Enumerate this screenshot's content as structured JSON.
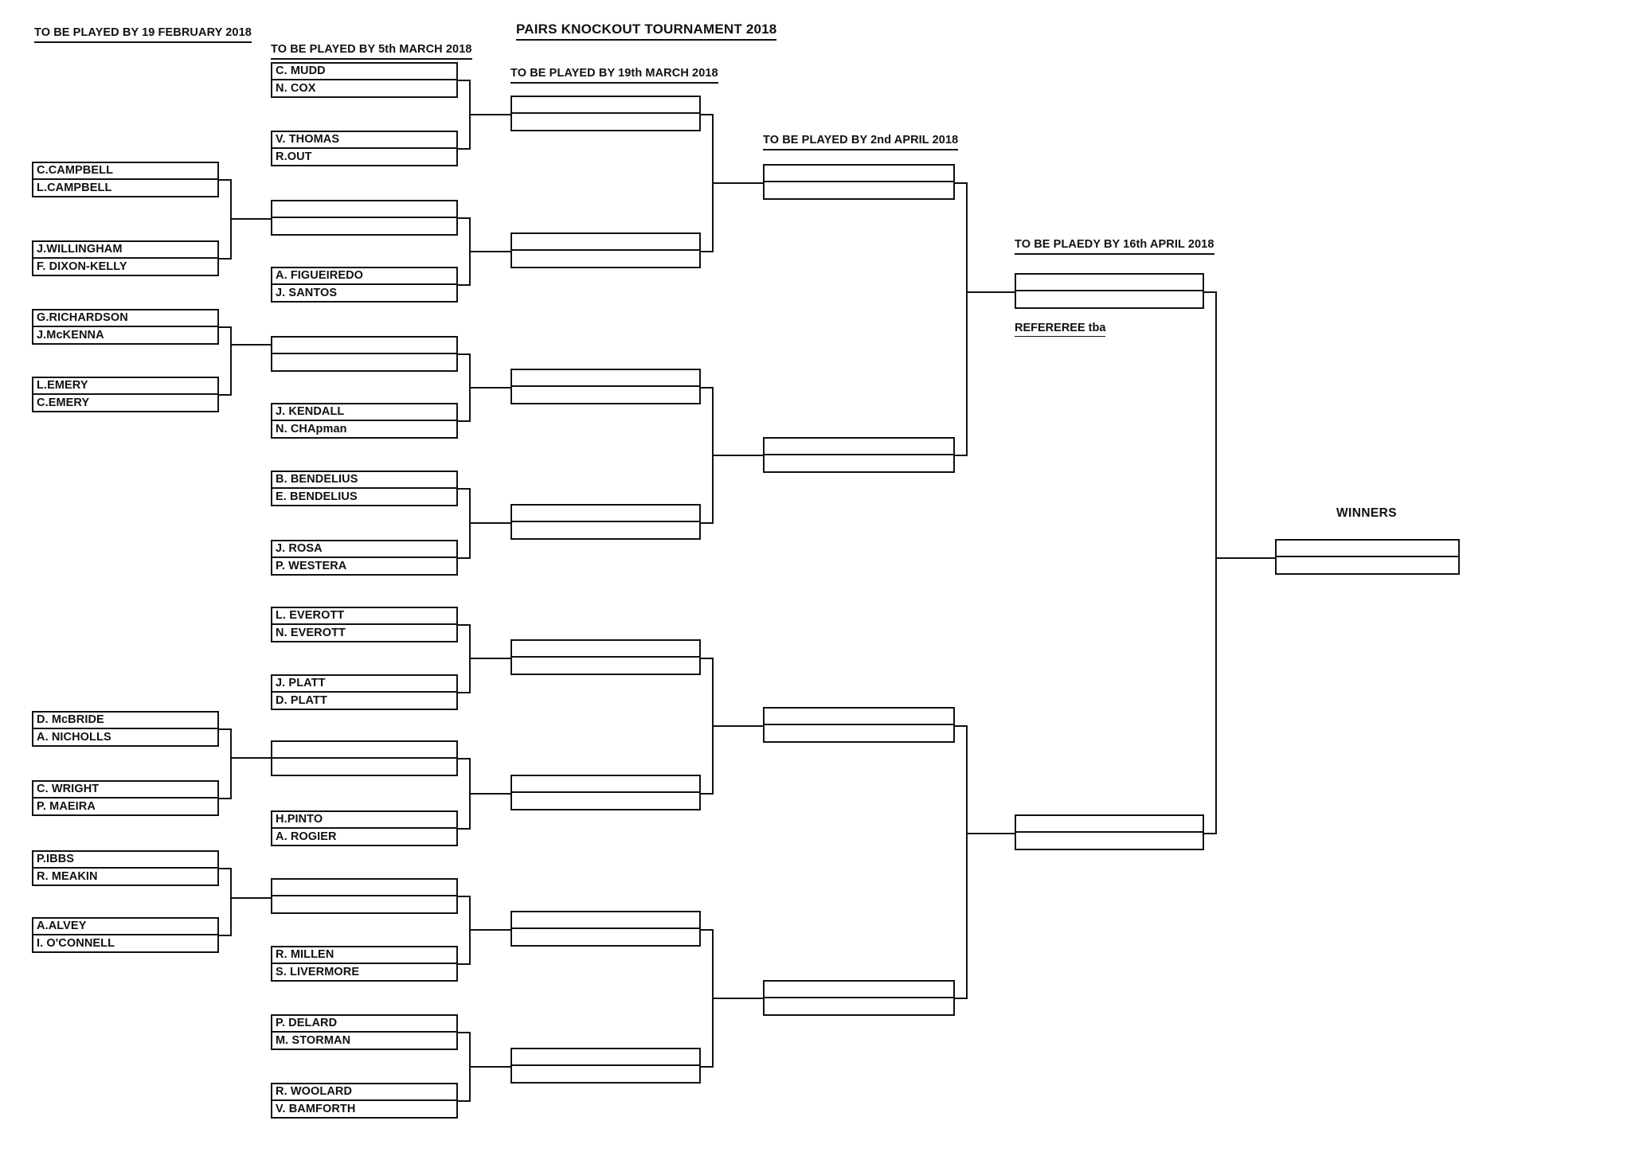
{
  "title": "PAIRS KNOCKOUT TOURNAMENT 2018",
  "round_headers": {
    "prelim": "TO BE PLAYED BY 19 FEBRUARY 2018",
    "round1": "TO BE PLAYED BY 5th MARCH 2018",
    "round2": "TO BE PLAYED BY 19th MARCH 2018",
    "round3": "TO BE PLAYED BY 2nd APRIL 2018",
    "final": "TO BE PLAEDY BY 16th APRIL 2018"
  },
  "referee_note": "REFEREREE tba",
  "winners_label": "WINNERS",
  "prelim_matches": [
    {
      "top": "C.CAMPBELL",
      "bottom": "L.CAMPBELL"
    },
    {
      "top": "J.WILLINGHAM",
      "bottom": "F. DIXON-KELLY"
    },
    {
      "top": "G.RICHARDSON",
      "bottom": "J.McKENNA"
    },
    {
      "top": "L.EMERY",
      "bottom": "C.EMERY"
    },
    {
      "top": "D. McBRIDE",
      "bottom": "A. NICHOLLS"
    },
    {
      "top": "C. WRIGHT",
      "bottom": "P. MAEIRA"
    },
    {
      "top": "P.IBBS",
      "bottom": "R. MEAKIN"
    },
    {
      "top": "A.ALVEY",
      "bottom": "I. O'CONNELL"
    }
  ],
  "round1_matches": [
    {
      "top": "C. MUDD",
      "bottom": "N. COX"
    },
    {
      "top": "V. THOMAS",
      "bottom": "R.OUT"
    },
    {
      "top": "",
      "bottom": ""
    },
    {
      "top": "A. FIGUEIREDO",
      "bottom": "J. SANTOS"
    },
    {
      "top": "",
      "bottom": ""
    },
    {
      "top": "J. KENDALL",
      "bottom": "N. CHApman"
    },
    {
      "top": "B. BENDELIUS",
      "bottom": "E. BENDELIUS"
    },
    {
      "top": "J. ROSA",
      "bottom": "P. WESTERA"
    },
    {
      "top": "L. EVEROTT",
      "bottom": "N. EVEROTT"
    },
    {
      "top": "J. PLATT",
      "bottom": "D. PLATT"
    },
    {
      "top": "",
      "bottom": ""
    },
    {
      "top": "H.PINTO",
      "bottom": "A. ROGIER"
    },
    {
      "top": "",
      "bottom": ""
    },
    {
      "top": "R. MILLEN",
      "bottom": "S. LIVERMORE"
    },
    {
      "top": "P. DELARD",
      "bottom": "M. STORMAN"
    },
    {
      "top": "R. WOOLARD",
      "bottom": "V. BAMFORTH"
    }
  ],
  "round2_matches": [
    {
      "top": "",
      "bottom": ""
    },
    {
      "top": "",
      "bottom": ""
    },
    {
      "top": "",
      "bottom": ""
    },
    {
      "top": "",
      "bottom": ""
    },
    {
      "top": "",
      "bottom": ""
    },
    {
      "top": "",
      "bottom": ""
    },
    {
      "top": "",
      "bottom": ""
    },
    {
      "top": "",
      "bottom": ""
    }
  ],
  "round3_matches": [
    {
      "top": "",
      "bottom": ""
    },
    {
      "top": "",
      "bottom": ""
    },
    {
      "top": "",
      "bottom": ""
    },
    {
      "top": "",
      "bottom": ""
    }
  ],
  "semifinal_matches": [
    {
      "top": "",
      "bottom": ""
    },
    {
      "top": "",
      "bottom": ""
    }
  ],
  "winners_match": {
    "top": "",
    "bottom": ""
  },
  "colors": {
    "line": "#111111",
    "background": "#ffffff"
  }
}
